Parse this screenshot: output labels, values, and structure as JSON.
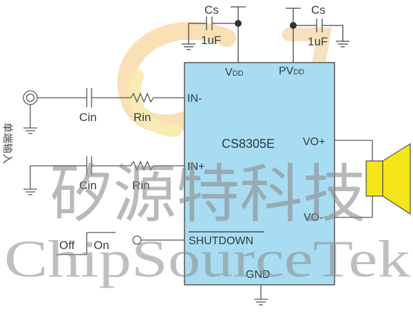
{
  "diagram": {
    "type": "circuit-schematic",
    "chip": {
      "part_number": "CS8305E",
      "pins": {
        "vdd": "V",
        "vdd_sub": "DD",
        "pvdd": "PV",
        "pvdd_sub": "DD",
        "in_minus": "IN-",
        "in_plus": "IN+",
        "vo_plus": "VO+",
        "vo_minus": "VO-",
        "shutdown": "SHUTDOWN",
        "gnd": "GND"
      },
      "fill_color": "#a8dcf3"
    },
    "supply_caps": [
      {
        "name": "Cs",
        "value": "1uF",
        "pin": "VDD"
      },
      {
        "name": "Cs",
        "value": "1uF",
        "pin": "PVDD"
      }
    ],
    "input_network": [
      {
        "cap": "Cin",
        "res": "Rin",
        "pin": "IN-"
      },
      {
        "cap": "Cin",
        "res": "Rin",
        "pin": "IN+"
      }
    ],
    "input_label": "单端输入",
    "switch": {
      "off_label": "Off",
      "on_label": "On"
    },
    "speaker_color": "#f5e61b",
    "watermark": {
      "chinese": "矽源特科技",
      "english": "ChipSourceTek"
    }
  }
}
